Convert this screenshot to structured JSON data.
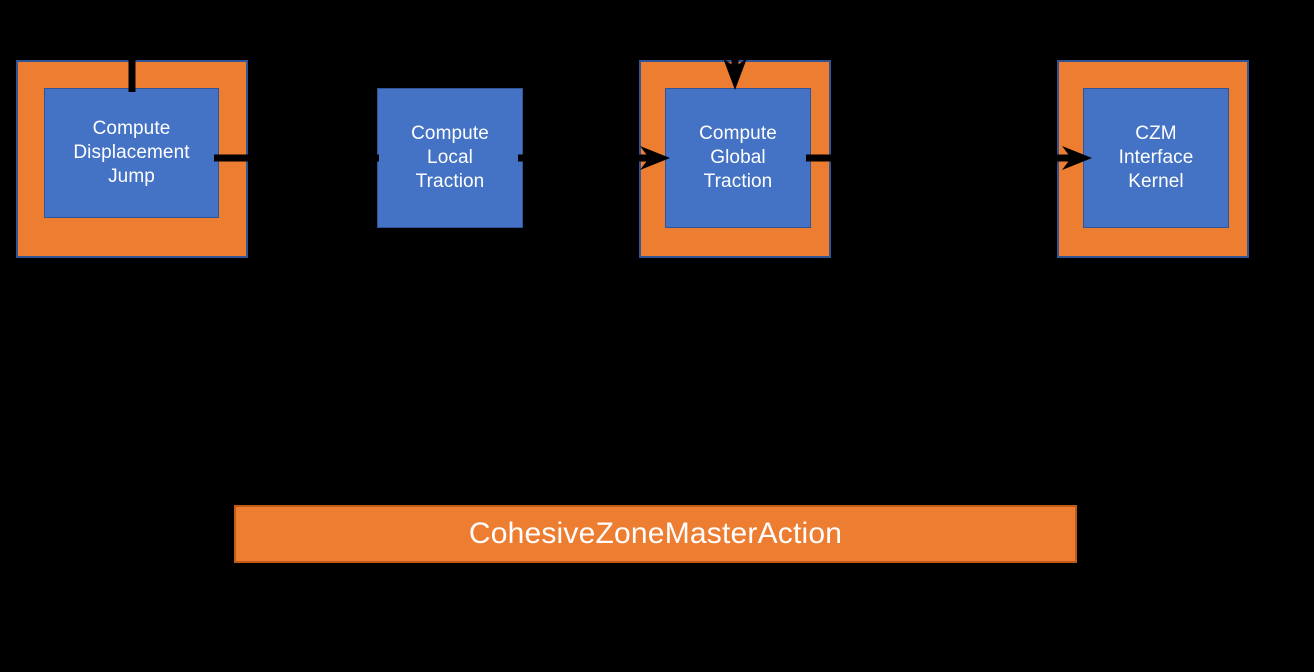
{
  "diagram": {
    "title": "CohesiveZoneMasterAction workflow",
    "background_color": "#000000",
    "palette": {
      "orange_fill": "#ED7D31",
      "orange_border": "#2F5597",
      "blue_fill": "#4472C4",
      "blue_border": "#2F5597",
      "connector": "#000000",
      "label_text": "#FFFFFF",
      "action_bar_border": "#C15A17"
    },
    "nodes": [
      {
        "id": "compute-displacement-jump",
        "label": "Compute\nDisplacement\nJump",
        "has_outer_container": true
      },
      {
        "id": "compute-local-traction",
        "label": "Compute\nLocal\nTraction",
        "has_outer_container": false
      },
      {
        "id": "compute-global-traction",
        "label": "Compute\nGlobal\nTraction",
        "has_outer_container": true
      },
      {
        "id": "czm-interface-kernel",
        "label": "CZM\nInterface\nKernel",
        "has_outer_container": true
      }
    ],
    "connectors": [
      {
        "id": "into-displacement-jump-top",
        "from": "",
        "to": "compute-displacement-jump",
        "arrowhead": false
      },
      {
        "id": "displacement-jump-to-local-traction",
        "from": "compute-displacement-jump",
        "to": "compute-local-traction",
        "arrowhead": false
      },
      {
        "id": "local-traction-to-global-traction",
        "from": "compute-local-traction",
        "to": "compute-global-traction",
        "arrowhead": true
      },
      {
        "id": "into-global-traction-top",
        "from": "",
        "to": "compute-global-traction",
        "arrowhead": true
      },
      {
        "id": "global-traction-to-czm-kernel",
        "from": "compute-global-traction",
        "to": "czm-interface-kernel",
        "arrowhead": true
      }
    ],
    "action_bar": {
      "label": "CohesiveZoneMasterAction"
    }
  }
}
